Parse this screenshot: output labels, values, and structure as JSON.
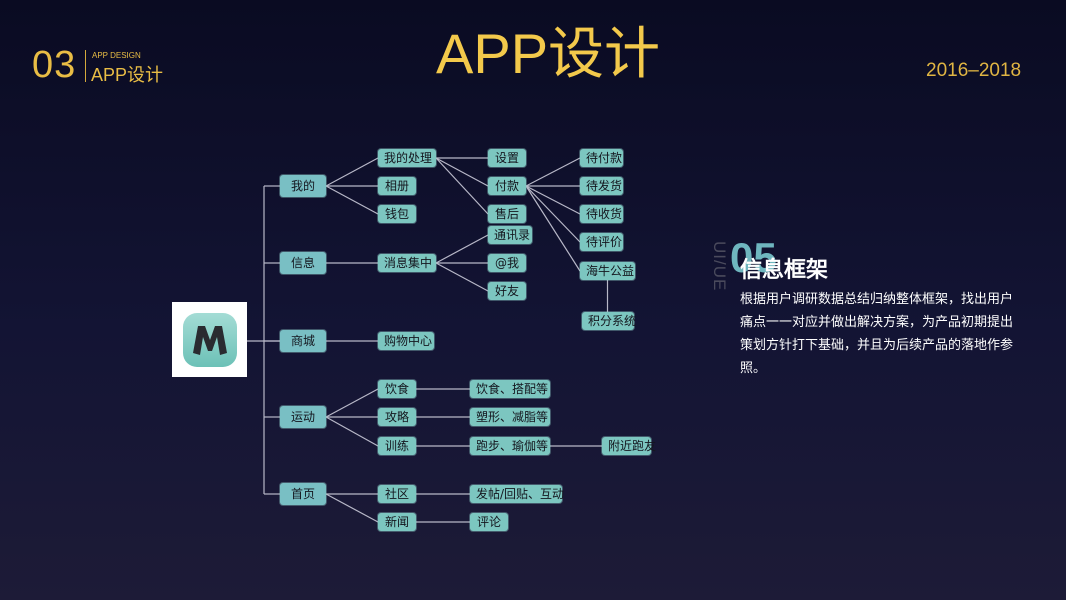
{
  "header": {
    "section_number": "03",
    "section_en": "APP DESIGN",
    "section_cn": "APP设计",
    "title": "APP设计",
    "years": "2016–2018"
  },
  "colors": {
    "accent_gold": "#f2c94c",
    "node_fill": "#7cc6c0",
    "line": "#b8b8c8",
    "background_top": "#0a0b22",
    "background_bottom": "#1d1b37"
  },
  "logo": {
    "letter": "M",
    "icon": "app-logo-icon"
  },
  "tree": {
    "root": "app-logo",
    "nodes": [
      {
        "id": "wode",
        "label": "我的",
        "level": 1,
        "parent": "root"
      },
      {
        "id": "xinxi",
        "label": "信息",
        "level": 1,
        "parent": "root"
      },
      {
        "id": "shangcheng",
        "label": "商城",
        "level": 1,
        "parent": "root"
      },
      {
        "id": "yundong",
        "label": "运动",
        "level": 1,
        "parent": "root"
      },
      {
        "id": "shouye",
        "label": "首页",
        "level": 1,
        "parent": "root"
      },
      {
        "id": "wodechuli",
        "label": "我的处理",
        "level": 2,
        "parent": "wode"
      },
      {
        "id": "xiangce",
        "label": "相册",
        "level": 2,
        "parent": "wode"
      },
      {
        "id": "qianbao",
        "label": "钱包",
        "level": 2,
        "parent": "wode"
      },
      {
        "id": "xiaoxi",
        "label": "消息集中",
        "level": 2,
        "parent": "xinxi"
      },
      {
        "id": "gouwu",
        "label": "购物中心",
        "level": 2,
        "parent": "shangcheng"
      },
      {
        "id": "yinshi",
        "label": "饮食",
        "level": 2,
        "parent": "yundong"
      },
      {
        "id": "gonglue",
        "label": "攻略",
        "level": 2,
        "parent": "yundong"
      },
      {
        "id": "xunlian",
        "label": "训练",
        "level": 2,
        "parent": "yundong"
      },
      {
        "id": "shequ",
        "label": "社区",
        "level": 2,
        "parent": "shouye"
      },
      {
        "id": "xinwen",
        "label": "新闻",
        "level": 2,
        "parent": "shouye"
      },
      {
        "id": "shezhi",
        "label": "设置",
        "level": 3,
        "parent": "wodechuli"
      },
      {
        "id": "fukuan",
        "label": "付款",
        "level": 3,
        "parent": "wodechuli"
      },
      {
        "id": "shouhou",
        "label": "售后",
        "level": 3,
        "parent": "wodechuli"
      },
      {
        "id": "tongxunlu",
        "label": "通讯录",
        "level": 3,
        "parent": "xiaoxi"
      },
      {
        "id": "atwo",
        "label": "@我",
        "level": 3,
        "parent": "xiaoxi"
      },
      {
        "id": "haoyou",
        "label": "好友",
        "level": 3,
        "parent": "xiaoxi"
      },
      {
        "id": "yinshidapei",
        "label": "饮食、搭配等",
        "level": 3,
        "parent": "yinshi"
      },
      {
        "id": "suxing",
        "label": "塑形、减脂等",
        "level": 3,
        "parent": "gonglue"
      },
      {
        "id": "paobu",
        "label": "跑步、瑜伽等",
        "level": 3,
        "parent": "xunlian"
      },
      {
        "id": "fatie",
        "label": "发帖/回贴、互动",
        "level": 3,
        "parent": "shequ"
      },
      {
        "id": "pinglun",
        "label": "评论",
        "level": 3,
        "parent": "xinwen"
      },
      {
        "id": "daifukuan",
        "label": "待付款",
        "level": 4,
        "parent": "fukuan"
      },
      {
        "id": "daifahuo",
        "label": "待发货",
        "level": 4,
        "parent": "fukuan"
      },
      {
        "id": "daishouhuo",
        "label": "待收货",
        "level": 4,
        "parent": "fukuan"
      },
      {
        "id": "daipingjia",
        "label": "待评价",
        "level": 4,
        "parent": "fukuan"
      },
      {
        "id": "hainiu",
        "label": "海牛公益",
        "level": 4,
        "parent": "fukuan"
      },
      {
        "id": "jifen",
        "label": "积分系统",
        "level": 5,
        "parent": "hainiu"
      },
      {
        "id": "fujin",
        "label": "附近跑友",
        "level": 4,
        "parent": "paobu"
      }
    ]
  },
  "side": {
    "vertical_label": "UI/UE",
    "number": "05",
    "title": "信息框架",
    "description": "根据用户调研数据总结归纳整体框架，找出用户痛点一一对应并做出解决方案，为产品初期提出策划方针打下基础，并且为后续产品的落地作参照。"
  }
}
